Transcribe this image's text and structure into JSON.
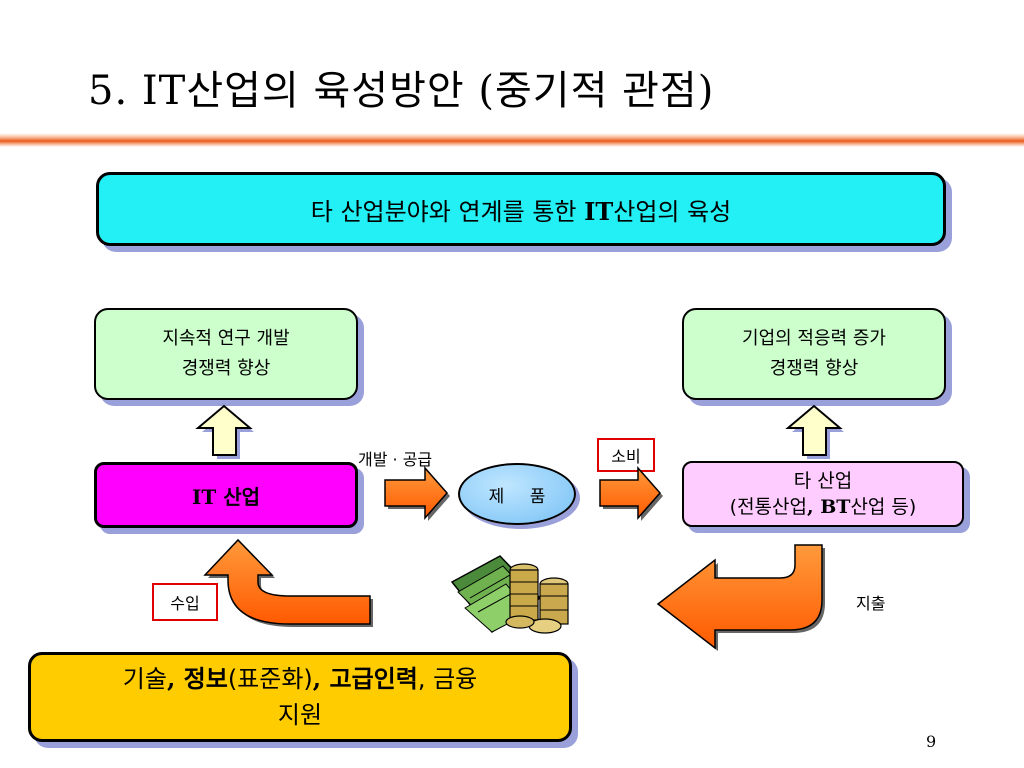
{
  "slide": {
    "title": "5. IT산업의 육성방안 (중기적 관점)",
    "page_number": "9"
  },
  "banner": {
    "text_before": "타 산업분야와 연계를 통한 ",
    "text_bold": "IT",
    "text_after": "산업의 육성"
  },
  "left_goal": {
    "line1": "지속적 연구 개발",
    "line2": "경쟁력 향상"
  },
  "right_goal": {
    "line1": "기업의 적응력 증가",
    "line2": "경쟁력 향상"
  },
  "it_industry": {
    "label_bold": "IT",
    "label_rest": " 산업"
  },
  "product": {
    "label": "제 품"
  },
  "other_industry": {
    "line1": "타 산업",
    "line2_open": "(전통산업",
    "line2_comma": ",",
    "line2_bt": " BT",
    "line2_rest": "산업 등)"
  },
  "flow_labels": {
    "dev_supply": "개발 · 공급",
    "consumption": "소비",
    "income": "수입",
    "expenditure": "지출"
  },
  "support": {
    "line1_a": "기술",
    "line1_b": ", 정보",
    "line1_c": "(표준화)",
    "line1_d": ", 고급인력",
    "line1_e": ", 금융",
    "line2": "지원"
  },
  "colors": {
    "banner": "#22f0f4",
    "green_box": "#ccffcc",
    "it_box": "#ff00ff",
    "other_box": "#ffccff",
    "support_box": "#ffcc00",
    "arrow_orange": "#ff6a13",
    "up_arrow": "#ffffcc",
    "accent_rule": "#ea5a1c",
    "highlight_border": "#e00000"
  },
  "icons": [
    "money-stack-icon"
  ]
}
